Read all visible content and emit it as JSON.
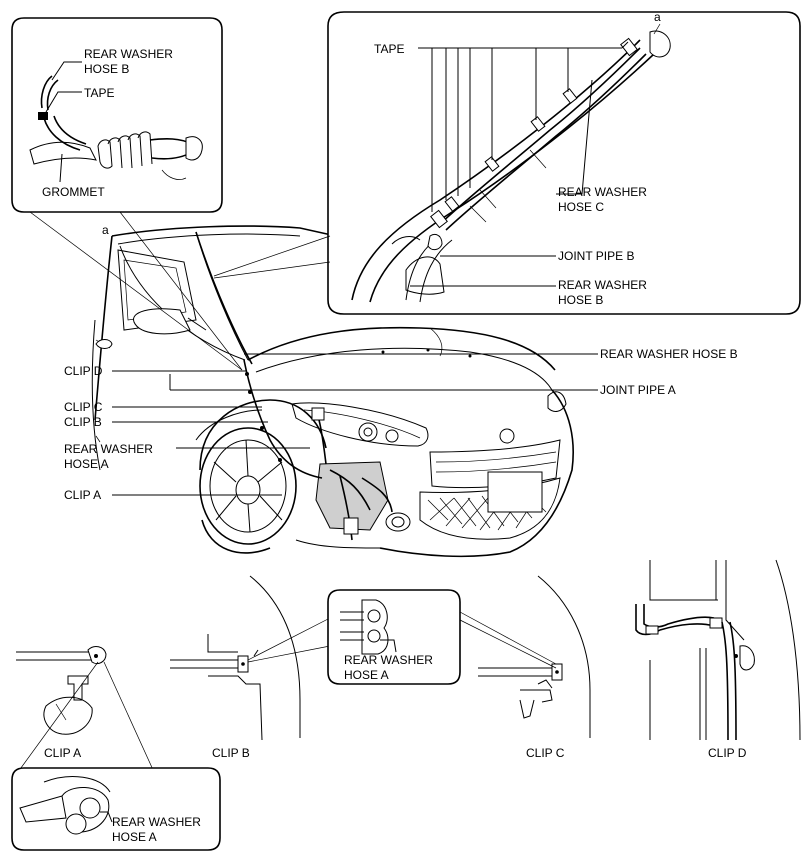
{
  "grommet_inset": {
    "hose_b": [
      "REAR WASHER",
      "HOSE B"
    ],
    "tape": "TAPE",
    "grommet": "GROMMET"
  },
  "pillar_inset": {
    "ref_a": "a",
    "tape": "TAPE",
    "hose_c": [
      "REAR WASHER",
      "HOSE C"
    ],
    "joint_pipe_b": "JOINT PIPE B",
    "hose_b": [
      "REAR WASHER",
      "HOSE B"
    ]
  },
  "main_view": {
    "ref_a": "a",
    "clip_d": "CLIP D",
    "clip_c": "CLIP C",
    "clip_b": "CLIP B",
    "hose_a": [
      "REAR WASHER",
      "HOSE A"
    ],
    "clip_a": "CLIP A",
    "hose_b": "REAR WASHER HOSE B",
    "joint_pipe_a": "JOINT PIPE A"
  },
  "clip_views": {
    "clip_a": "CLIP A",
    "clip_b": "CLIP B",
    "clip_c": "CLIP C",
    "clip_d": "CLIP D"
  },
  "clip_b_inset": {
    "hose_a": [
      "REAR WASHER",
      "HOSE A"
    ]
  },
  "clip_a_inset": {
    "hose_a": [
      "REAR WASHER",
      "HOSE A"
    ]
  }
}
